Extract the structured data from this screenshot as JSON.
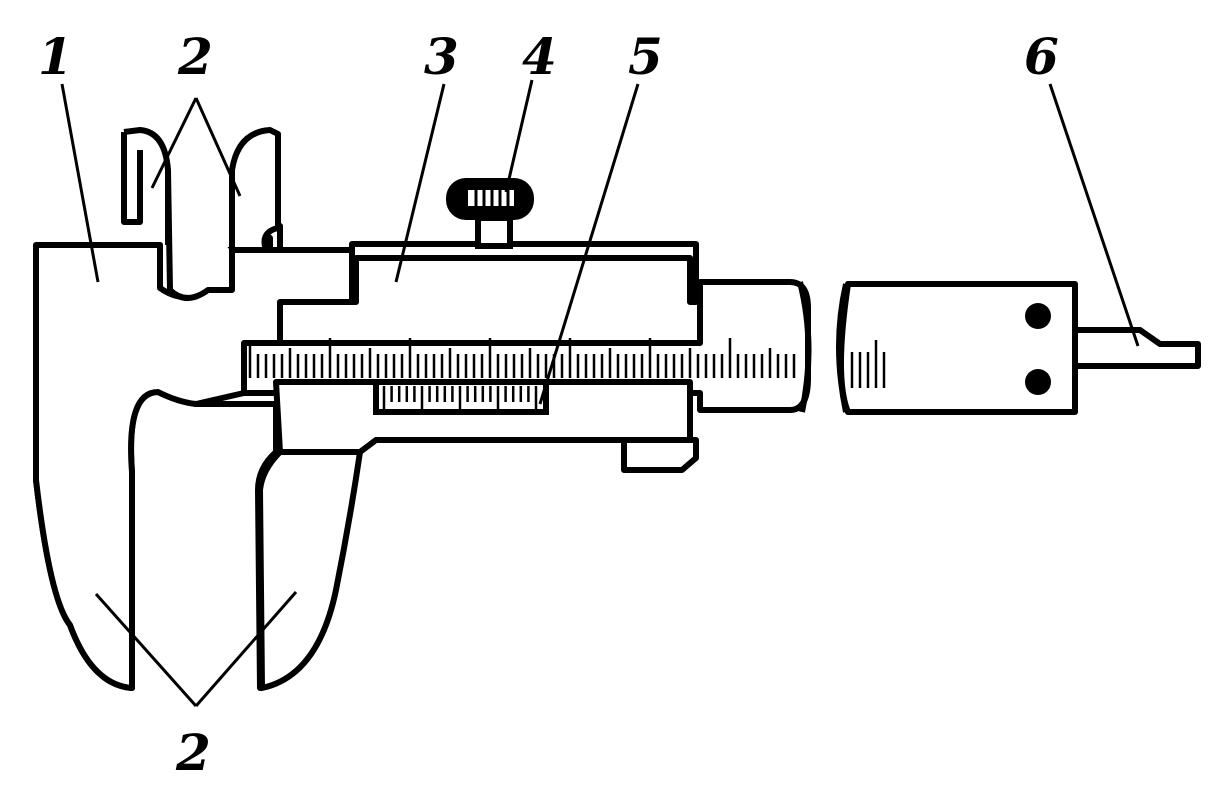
{
  "labels": {
    "l1": "1",
    "l2_top": "2",
    "l3": "3",
    "l4": "4",
    "l5": "5",
    "l6": "6",
    "l2_bottom": "2"
  },
  "colors": {
    "ink": "#000000",
    "paper": "#ffffff"
  }
}
